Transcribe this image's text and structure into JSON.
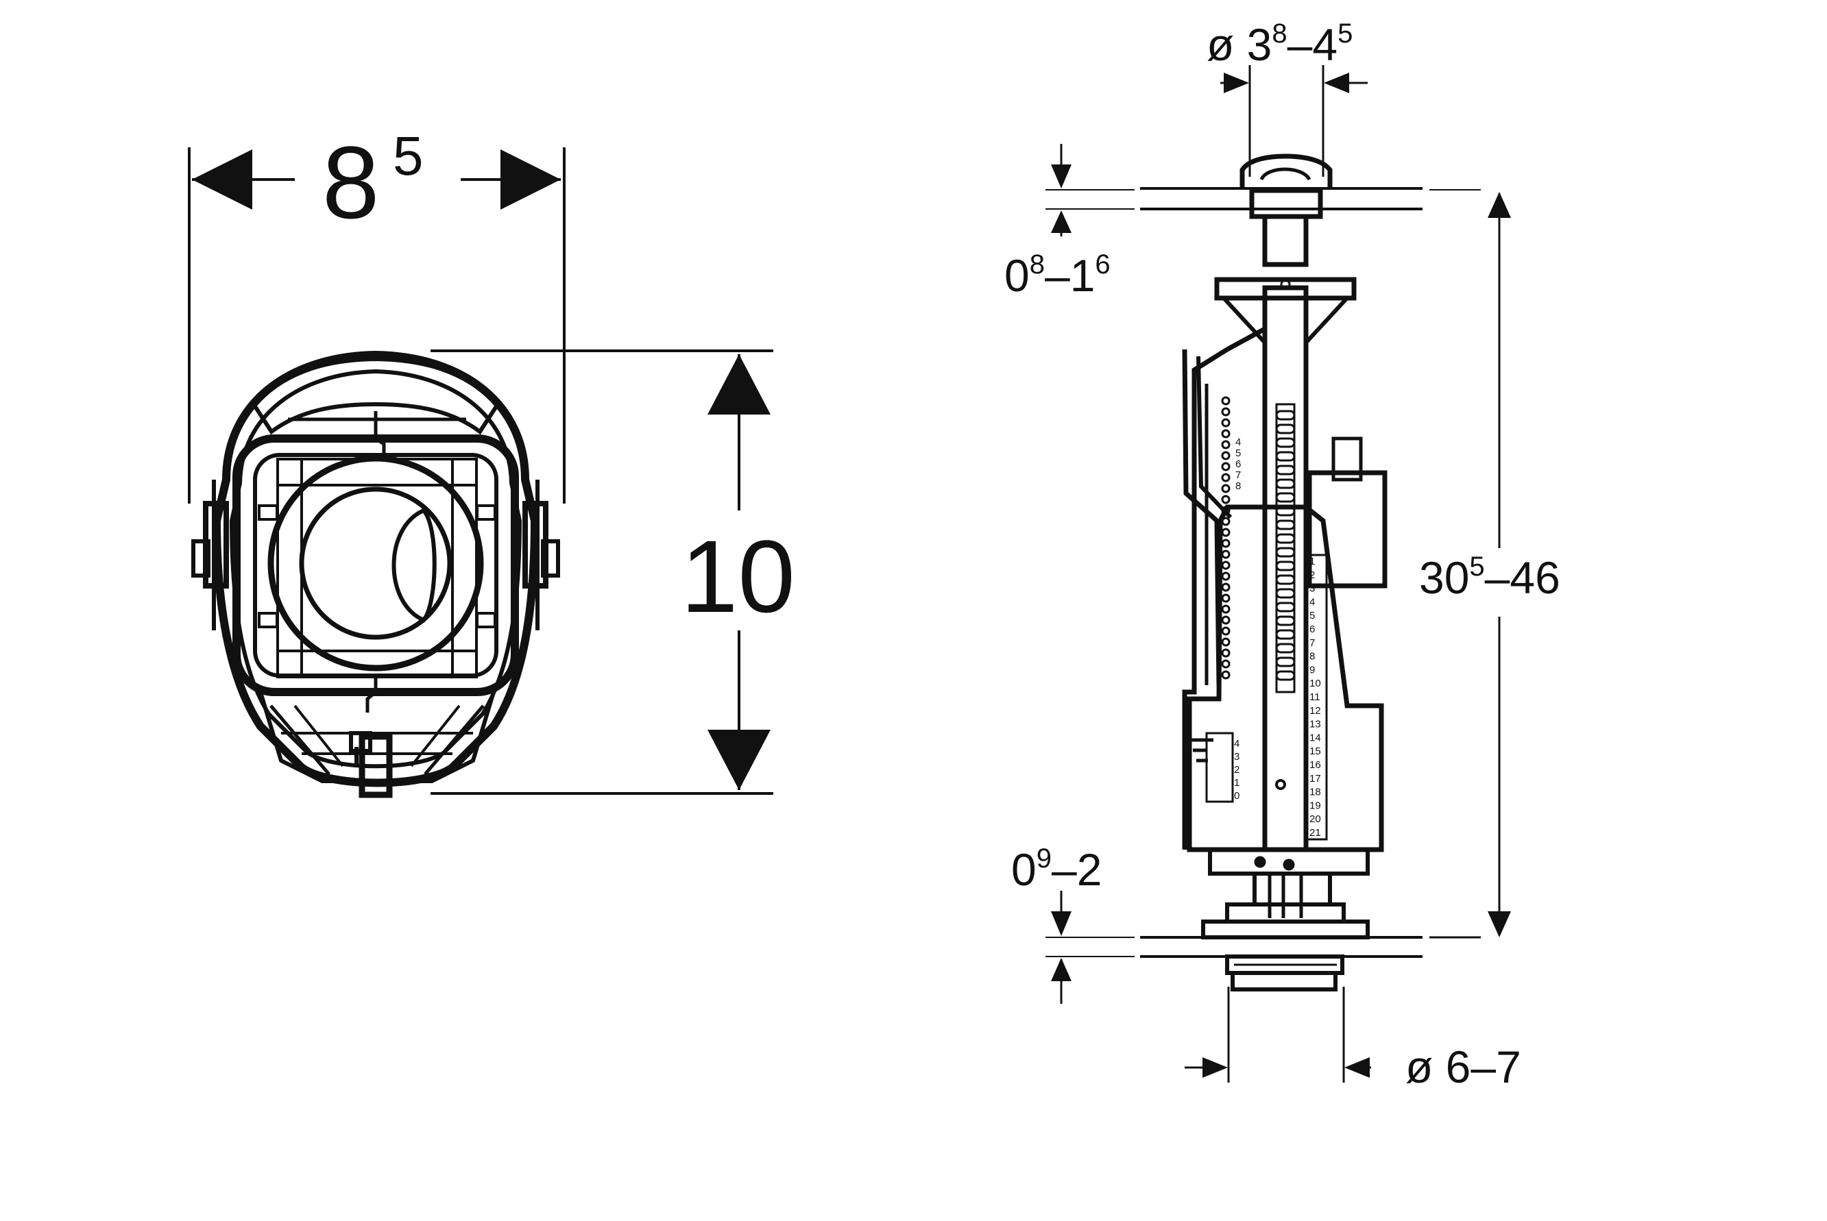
{
  "left_view": {
    "width_dim": {
      "base": "8",
      "sup": "5"
    },
    "height_dim": "10"
  },
  "right_view": {
    "top_diameter": {
      "prefix": "ø ",
      "a": "3",
      "a_sup": "8",
      "sep": "–",
      "b": "4",
      "b_sup": "5"
    },
    "top_thickness": {
      "a": "0",
      "a_sup": "8",
      "sep": "–",
      "b": "1",
      "b_sup": "6"
    },
    "overall_height": {
      "a": "30",
      "a_sup": "5",
      "sep": "–",
      "b": "46"
    },
    "bottom_thickness": {
      "a": "0",
      "a_sup": "9",
      "sep": "–",
      "b": "2"
    },
    "bottom_diameter": "ø 6–7",
    "scale_main": [
      "1",
      "2",
      "3",
      "4",
      "5",
      "6",
      "7",
      "8",
      "9",
      "10",
      "11",
      "12",
      "13",
      "14",
      "15",
      "16",
      "17",
      "18",
      "19",
      "20",
      "21"
    ],
    "scale_small": [
      "4",
      "3",
      "2",
      "1",
      "0"
    ],
    "scale_upper": [
      "4",
      "5",
      "6",
      "7",
      "8"
    ]
  },
  "colors": {
    "line": "#111111",
    "background": "#ffffff"
  }
}
